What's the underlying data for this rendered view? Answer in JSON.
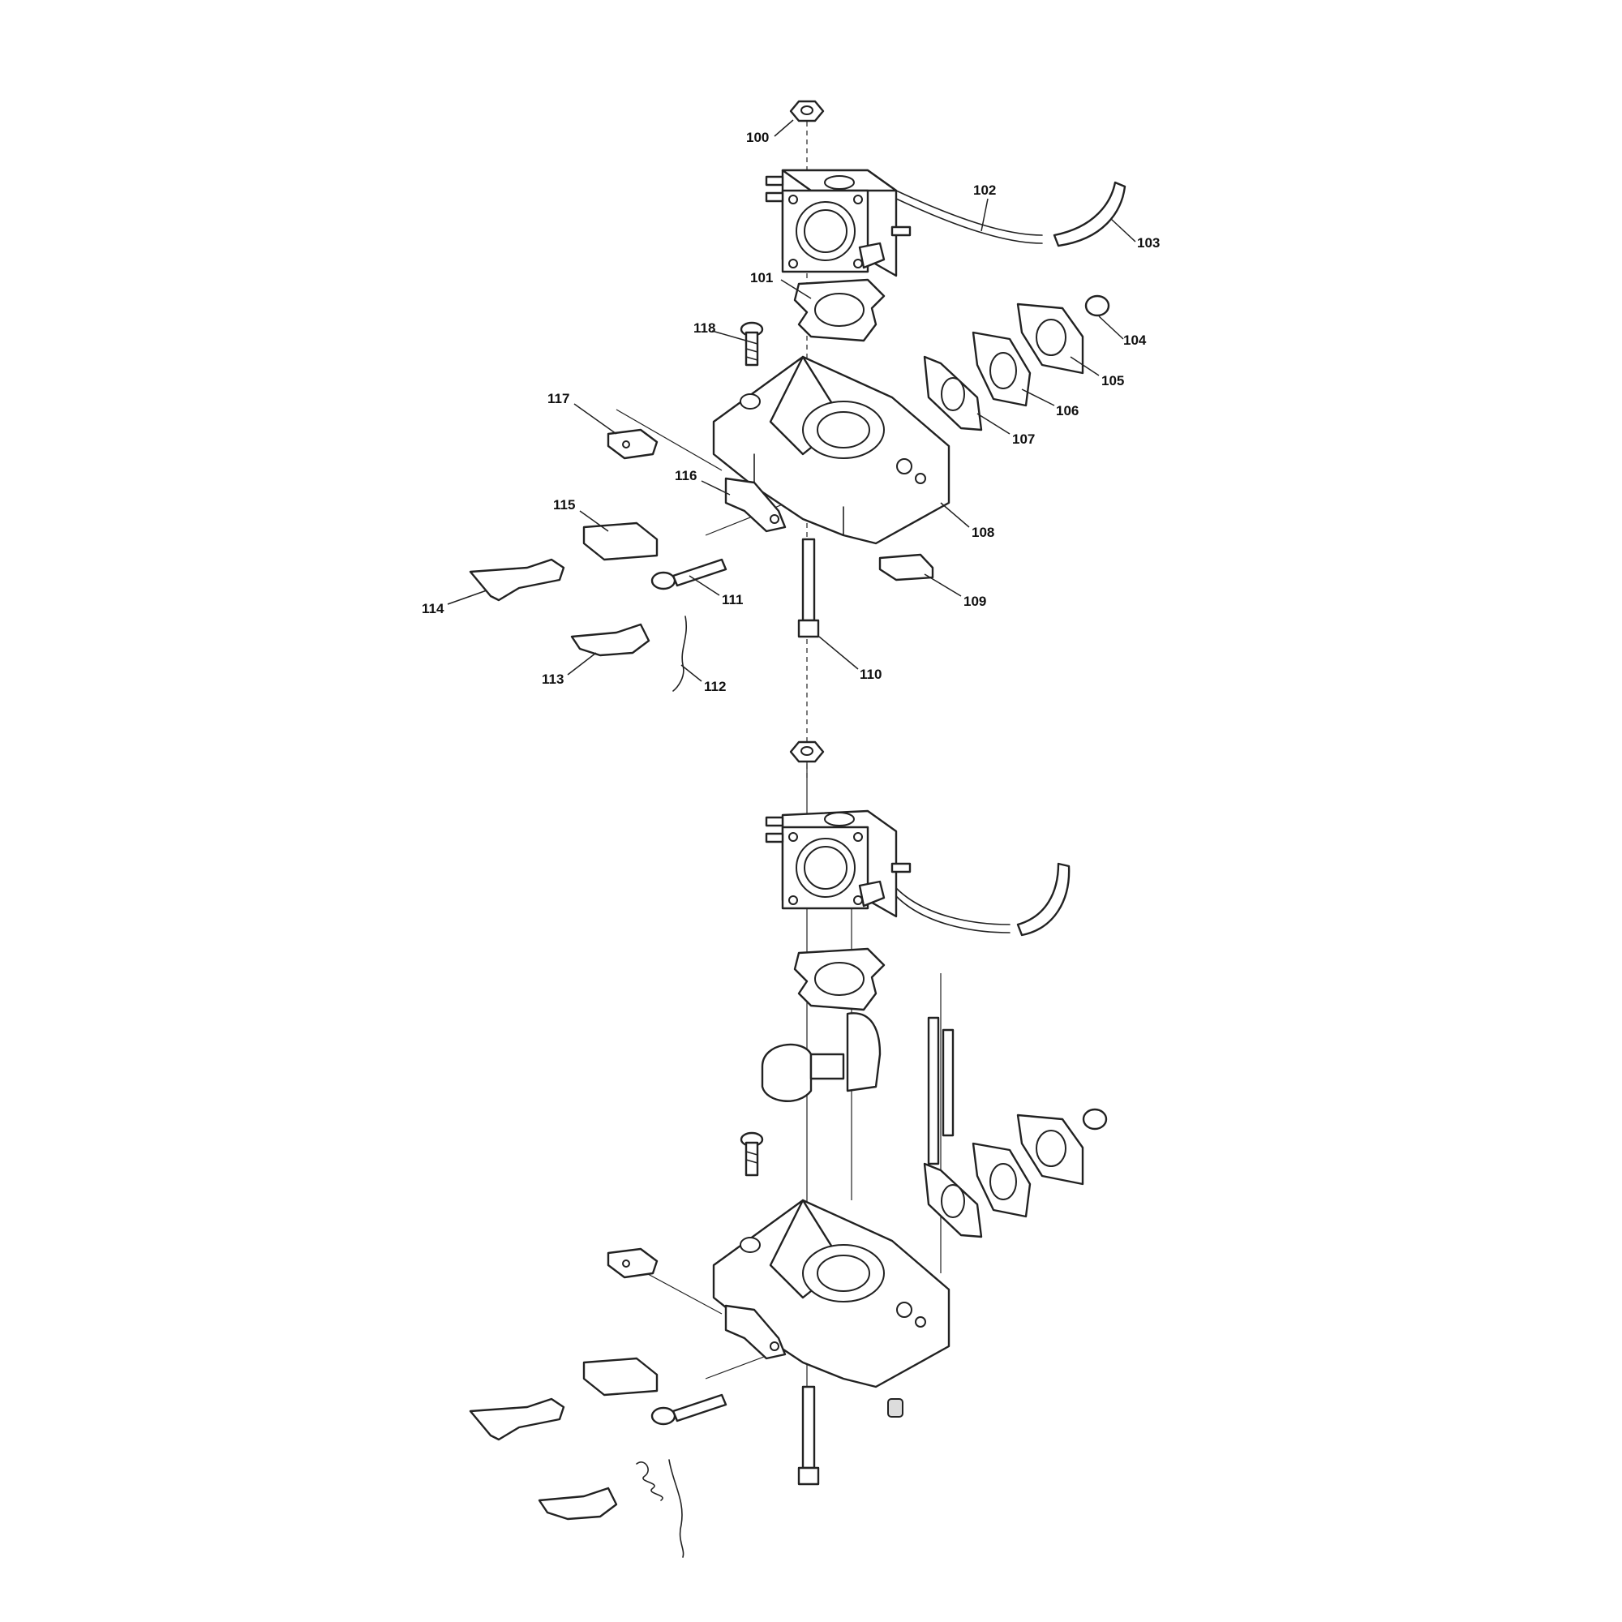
{
  "diagram": {
    "views": [
      "exploded-view-top",
      "exploded-view-bottom"
    ],
    "callouts": {
      "c100": "100",
      "c101": "101",
      "c102": "102",
      "c103": "103",
      "c104": "104",
      "c105": "105",
      "c106": "106",
      "c107": "107",
      "c108": "108",
      "c109": "109",
      "c110": "110",
      "c111": "111",
      "c112": "112",
      "c113": "113",
      "c114": "114",
      "c115": "115",
      "c116": "116",
      "c117": "117",
      "c118": "118"
    }
  }
}
